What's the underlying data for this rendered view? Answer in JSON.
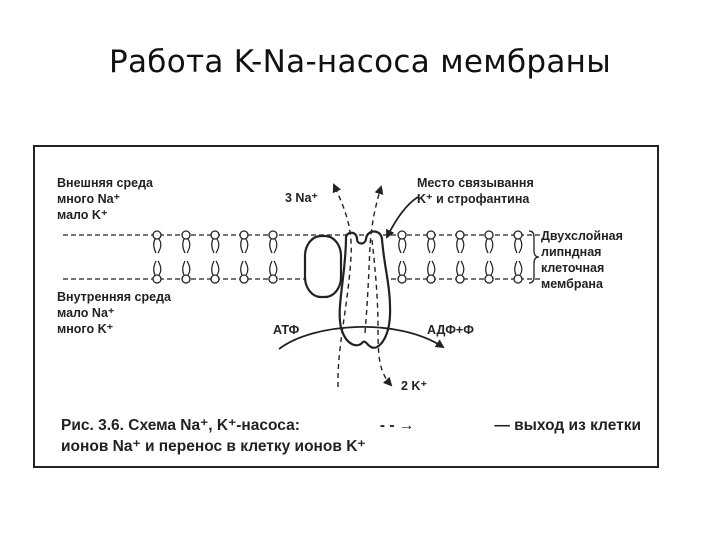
{
  "slide": {
    "title": "Работа K-Na-насоса мембраны"
  },
  "diagram": {
    "outer_medium": [
      "Внешняя среда",
      "много Na⁺",
      "мало K⁺"
    ],
    "inner_medium": [
      "Внутренняя среда",
      "мало Na⁺",
      "много K⁺"
    ],
    "na_out_label": "3 Na⁺",
    "binding_site": [
      "Место связывання",
      "K⁺ и строфантина"
    ],
    "membrane_label": [
      "Двухслойная",
      "липндная",
      "клеточная",
      "мембрана"
    ],
    "atp_label": "АТФ",
    "adp_label": "АДФ+Ф",
    "k_in_label": "2 K⁺",
    "colors": {
      "ink": "#222222",
      "background": "#ffffff"
    }
  },
  "caption": {
    "lead": "Рис. 3.6. Схема Na⁺, K⁺-насоса:",
    "legend_symbol": "- - →",
    "legend_text": "— выход из клетки",
    "second_line": "ионов Na⁺ и перенос в клетку ионов K⁺"
  }
}
